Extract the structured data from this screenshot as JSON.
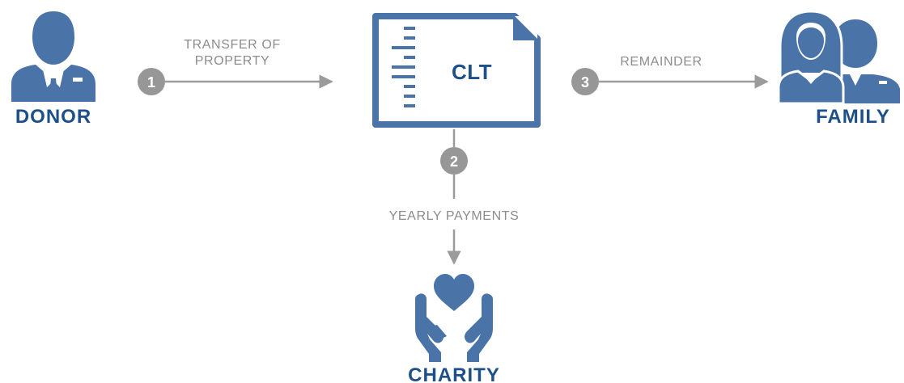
{
  "colors": {
    "icon": "#4a74a8",
    "icon_dark": "#3f6698",
    "label": "#1d4f88",
    "arrow": "#9b9b9b",
    "step_circle": "#979797",
    "step_text": "#ffffff",
    "background": "#ffffff"
  },
  "nodes": {
    "donor": {
      "label": "DONOR",
      "icon": "businessman-icon"
    },
    "clt": {
      "label": "CLT",
      "icon": "document-icon"
    },
    "family": {
      "label": "FAMILY",
      "icon": "family-icon"
    },
    "charity": {
      "label": "CHARITY",
      "icon": "heart-hands-icon"
    }
  },
  "edges": [
    {
      "step": "1",
      "label_line1": "TRANSFER OF",
      "label_line2": "PROPERTY",
      "from": "donor",
      "to": "clt"
    },
    {
      "step": "2",
      "label": "YEARLY PAYMENTS",
      "from": "clt",
      "to": "charity"
    },
    {
      "step": "3",
      "label": "REMAINDER",
      "from": "clt",
      "to": "family"
    }
  ]
}
